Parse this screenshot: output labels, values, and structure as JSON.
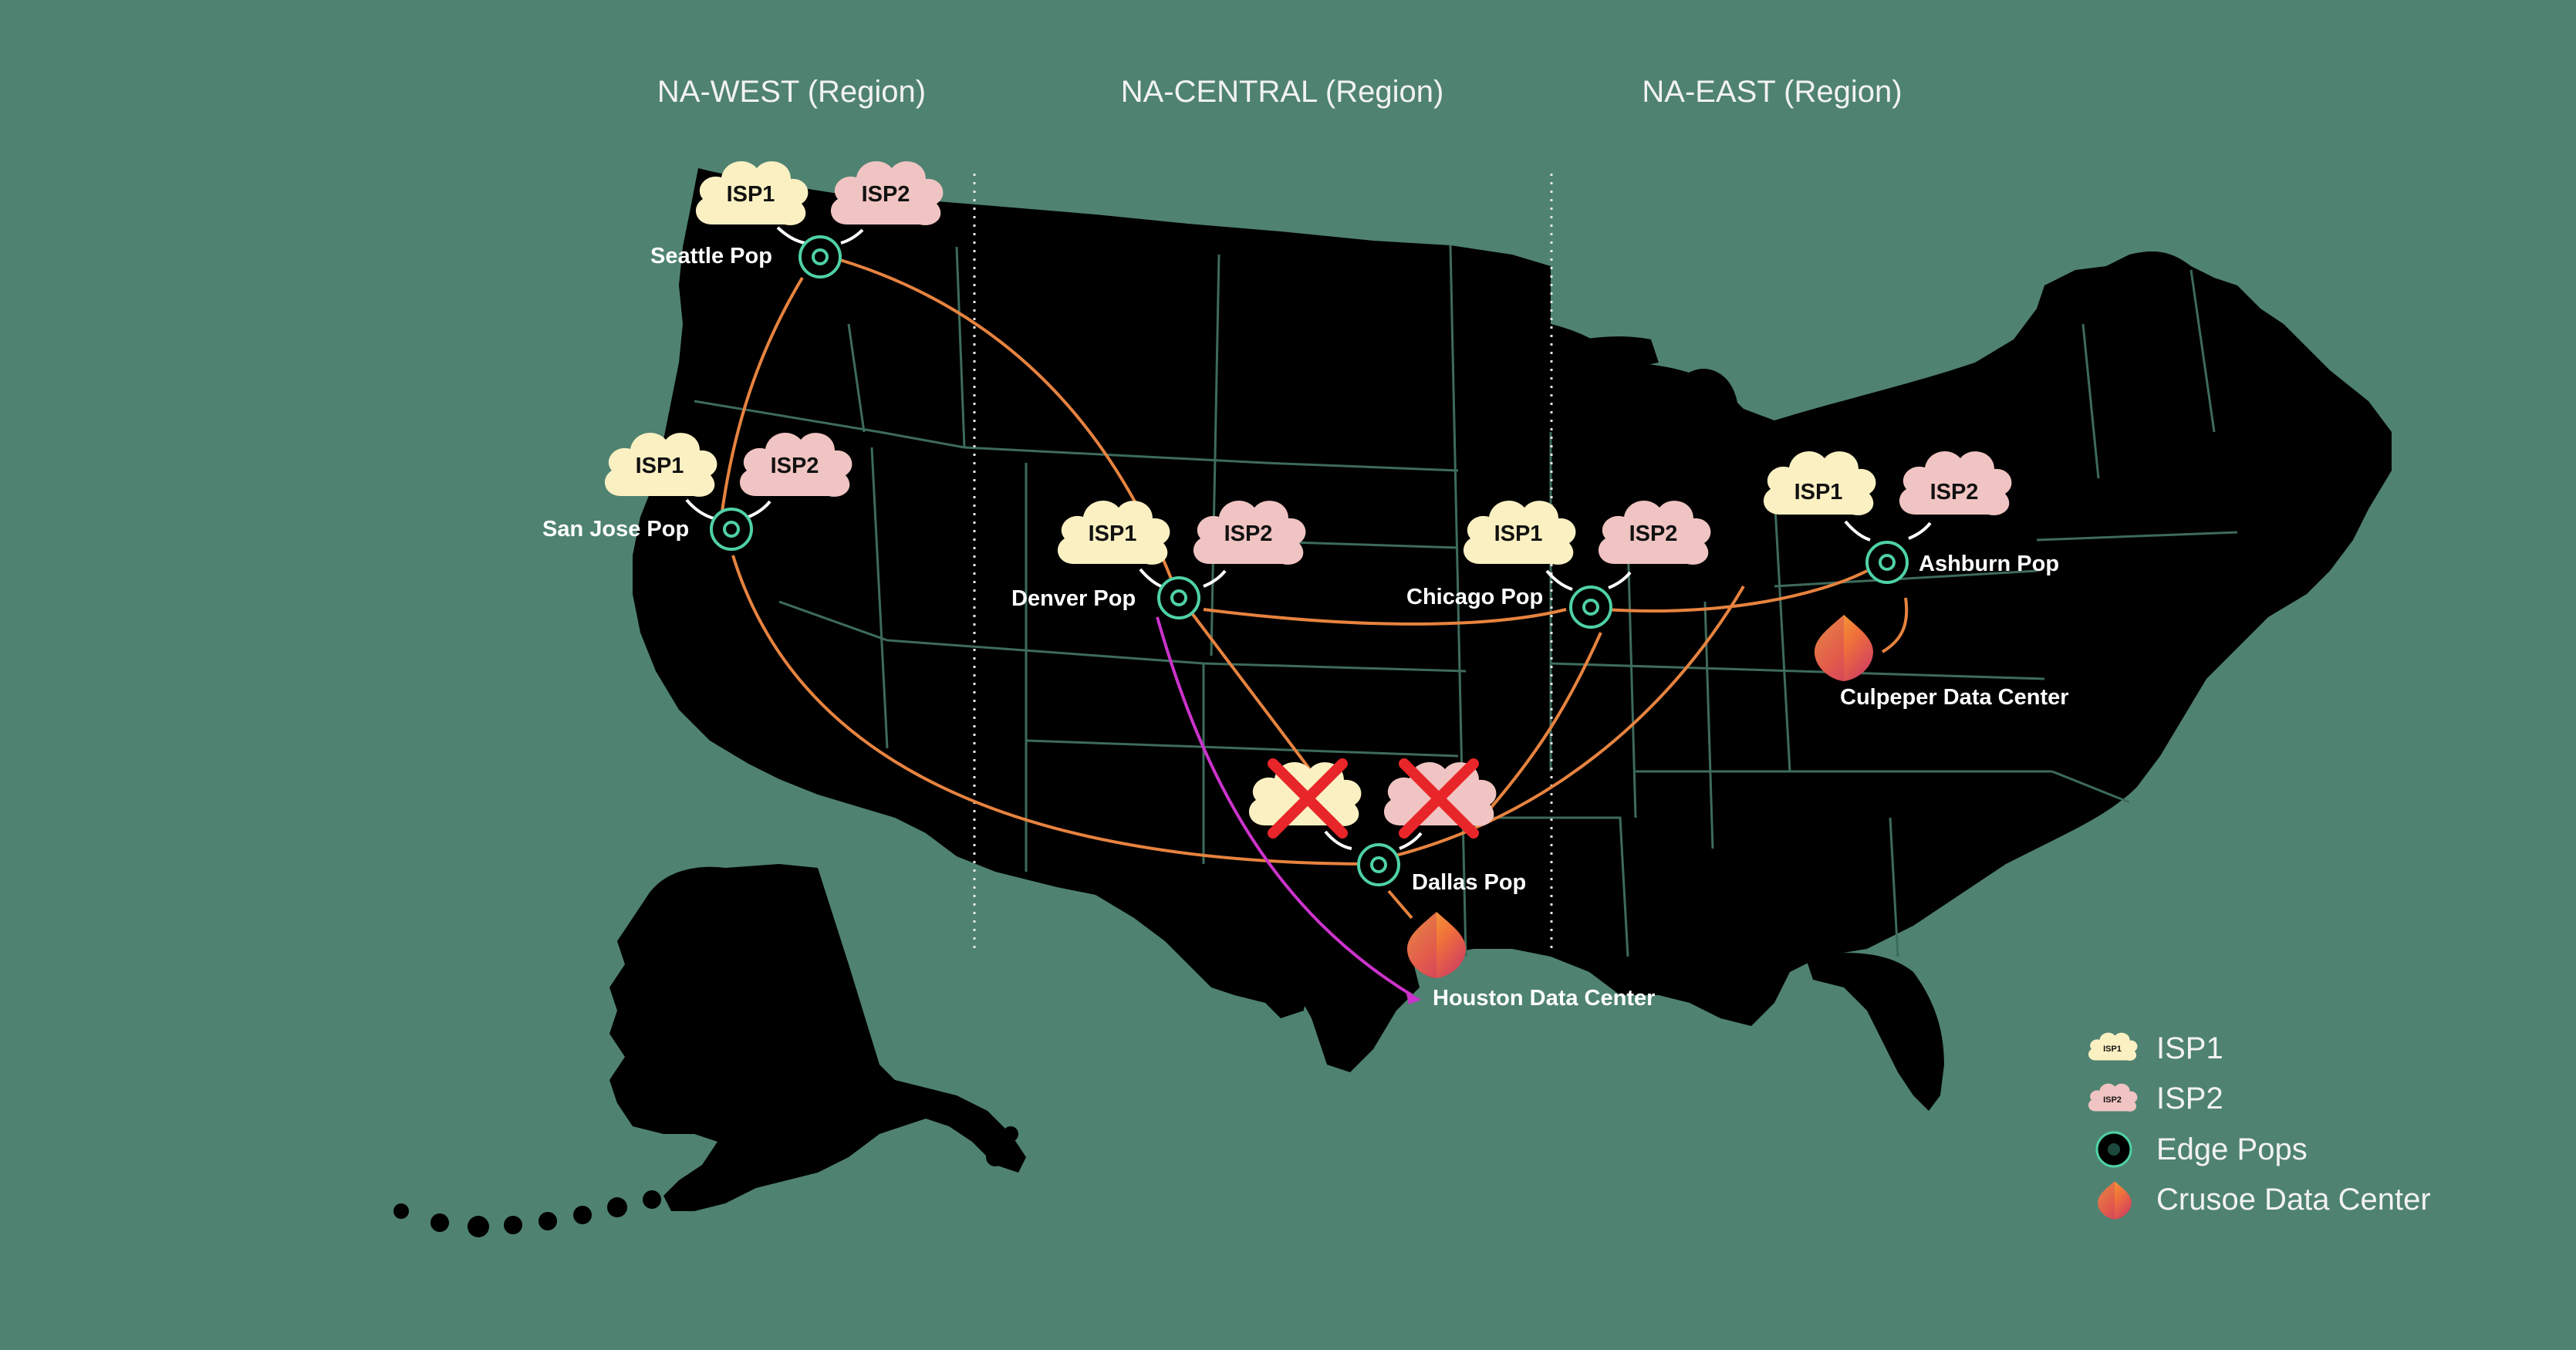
{
  "regions": {
    "west": "NA-WEST (Region)",
    "central": "NA-CENTRAL (Region)",
    "east": "NA-EAST (Region)"
  },
  "pops": {
    "seattle": "Seattle Pop",
    "san_jose": "San Jose Pop",
    "denver": "Denver Pop",
    "chicago": "Chicago Pop",
    "ashburn": "Ashburn Pop",
    "dallas": "Dallas Pop"
  },
  "data_centers": {
    "culpeper": "Culpeper Data Center",
    "houston": "Houston Data Center"
  },
  "isp": {
    "isp1": "ISP1",
    "isp2": "ISP2"
  },
  "legend": {
    "isp1": "ISP1",
    "isp2": "ISP2",
    "edge_pops": "Edge Pops",
    "data_center": "Crusoe Data Center",
    "tiny_isp1": "ISP1",
    "tiny_isp2": "ISP2"
  },
  "colors": {
    "background": "#4f8271",
    "land": "#000000",
    "state_border": "#3d6b5c",
    "route": "#e7833f",
    "failover_route": "#cc33cc",
    "isp1_cloud": "#fbf0c2",
    "isp2_cloud": "#f0c4c2",
    "pop_ring": "#4fd1a8",
    "failure_x": "#e8262a"
  }
}
